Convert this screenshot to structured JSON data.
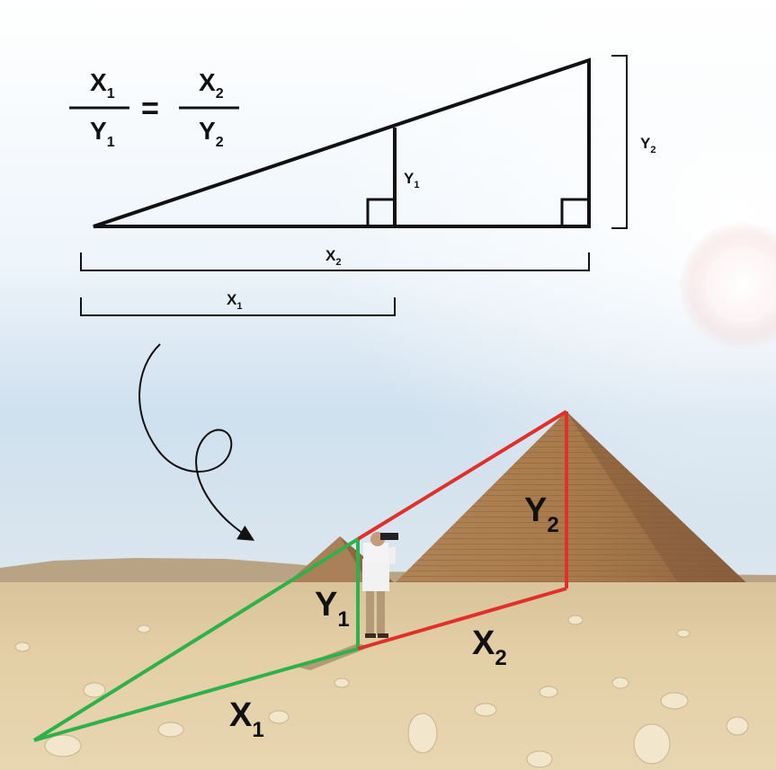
{
  "formula": {
    "left_num": "X",
    "left_num_sub": "1",
    "left_den": "Y",
    "left_den_sub": "1",
    "equals": "=",
    "right_num": "X",
    "right_num_sub": "2",
    "right_den": "Y",
    "right_den_sub": "2"
  },
  "diagram": {
    "y1": "Y",
    "y1_sub": "1",
    "y2": "Y",
    "y2_sub": "2",
    "x1": "X",
    "x1_sub": "1",
    "x2": "X",
    "x2_sub": "2"
  },
  "photo": {
    "y1": "Y",
    "y1_sub": "1",
    "y2": "Y",
    "y2_sub": "2",
    "x1": "X",
    "x1_sub": "1",
    "x2": "X",
    "x2_sub": "2"
  },
  "colors": {
    "small_triangle": "#2eb04a",
    "large_triangle": "#e0302a",
    "diagram_lines": "#111111"
  }
}
